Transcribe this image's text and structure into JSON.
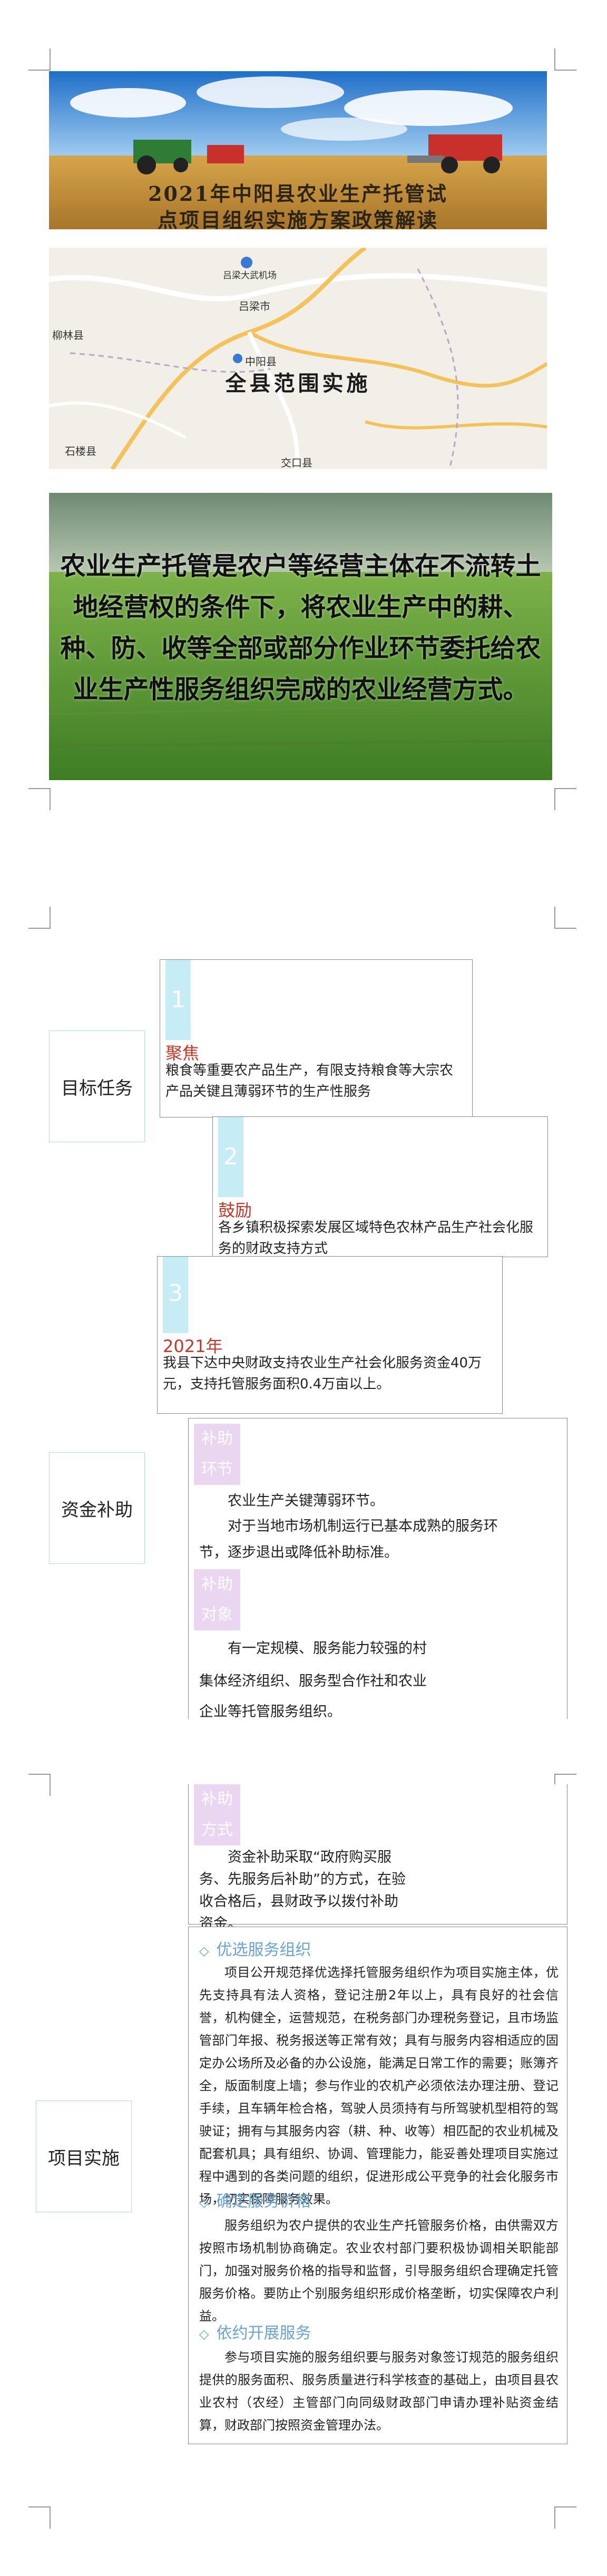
{
  "banner": {
    "title_line1": "2021年中阳县农业生产托管试",
    "title_line2": "点项目组织实施方案政策解读"
  },
  "map": {
    "caption": "全县范围实施",
    "places": [
      "吕梁市",
      "柳林县",
      "中阳县",
      "石楼县",
      "交口县",
      "吕梁大武机场"
    ]
  },
  "field": {
    "text": "农业生产托管是农户等经营主体在不流转土地经营权的条件下，将农业生产中的耕、种、防、收等全部或部分作业环节委托给农业生产性服务组织完成的农业经营方式。"
  },
  "targets": {
    "label": "目标任务",
    "items": [
      {
        "num": "1",
        "title": "聚焦",
        "body": "粮食等重要农产品生产，有限支持粮食等大宗农产品关键且薄弱环节的生产性服务"
      },
      {
        "num": "2",
        "title": "鼓励",
        "body": "各乡镇积极探索发展区域特色农林产品生产社会化服务的财政支持方式"
      },
      {
        "num": "3",
        "title": "2021年",
        "body": "我县下达中央财政支持农业生产社会化服务资金40万元，支持托管服务面积0.4万亩以上。"
      }
    ]
  },
  "subsidy": {
    "label": "资金补助",
    "items": [
      {
        "tag1": "补助",
        "tag2": "环节",
        "lines": [
          "农业生产关键薄弱环节。",
          "对于当地市场机制运行已基本成熟的服务环节，逐步退出或降低补助标准。"
        ]
      },
      {
        "tag1": "补助",
        "tag2": "对象",
        "lines": [
          "有一定规模、服务能力较强的村",
          "集体经济组织、服务型合作社和农业",
          "企业等托管服务组织。"
        ]
      },
      {
        "tag1": "补助",
        "tag2": "方式",
        "lines": [
          "资金补助采取“政府购买服务、先服务后补助”的方式，在验收合格后，县财政予以拨付补助资金。"
        ]
      }
    ]
  },
  "implementation": {
    "label": "项目实施",
    "sections": [
      {
        "heading": "优选服务组织",
        "body": "项目公开规范择优选择托管服务组织作为项目实施主体，优先支持具有法人资格，登记注册2年以上，具有良好的社会信誉，机构健全，运营规范，在税务部门办理税务登记，且市场监管部门年报、税务报送等正常有效；具有与服务内容相适应的固定办公场所及必备的办公设施，能满足日常工作的需要；账簿齐全，版面制度上墙；参与作业的农机产必须依法办理注册、登记手续，且车辆年检合格，驾驶人员须持有与所驾驶机型相符的驾驶证；拥有与其服务内容（耕、种、收等）相匹配的农业机械及配套机具；具有组织、协调、管理能力，能妥善处理项目实施过程中遇到的各类问题的组织，促进形成公平竞争的社会化服务市场，切实保障服务效果。"
      },
      {
        "heading": "确定服务价格",
        "body": "服务组织为农户提供的农业生产托管服务价格，由供需双方按照市场机制协商确定。农业农村部门要积极协调相关职能部门，加强对服务价格的指导和监督，引导服务组织合理确定托管服务价格。要防止个别服务组织形成价格垄断，切实保障农户利益。"
      },
      {
        "heading": "依约开展服务",
        "body": "参与项目实施的服务组织要与服务对象签订规范的服务组织提供的服务面积、服务质量进行科学核查的基础上，由项目县农业农村（农经）主管部门向同级财政部门申请办理补贴资金结算，财政部门按照资金管理办法。"
      }
    ]
  },
  "colors": {
    "accent_blue": "#6aa3cc",
    "strip_cyan": "#c6ecf6",
    "tag_purple": "#ead6f1",
    "title_red": "#c0392b"
  }
}
